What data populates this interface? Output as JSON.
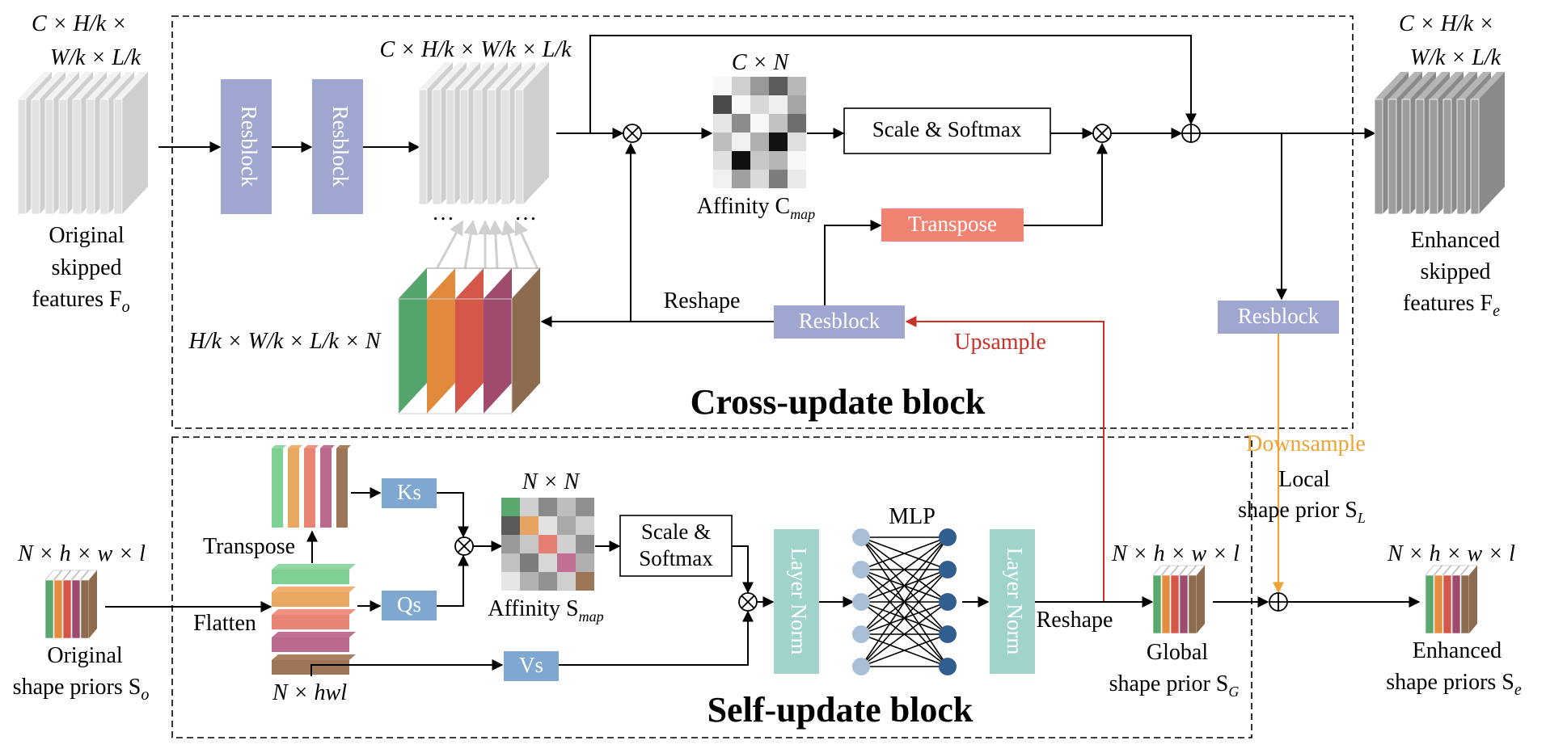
{
  "colors": {
    "resblock": "#9fa6cf",
    "transpose_box": "#f08372",
    "small_box": "#7fa8d1",
    "layer_norm": "#9fd3cb",
    "upsample": "#c8302a",
    "downsample": "#f0a234",
    "mlp_light": "#a9bfd6",
    "mlp_dark": "#2f5e8f"
  },
  "cross": {
    "title": "Cross-update block",
    "input_dims": [
      "C × H/k ×",
      "W/k × L/k"
    ],
    "input_label": [
      "Original",
      "skipped",
      "features F",
      "o"
    ],
    "resblock": "Resblock",
    "mid_dims": "C × H/k × W/k × L/k",
    "ellipsis": "…",
    "affinity_dims": "C × N",
    "affinity_label": "Affinity C",
    "affinity_sub": "map",
    "scale_softmax": "Scale & Softmax",
    "transpose": "Transpose",
    "reshape": "Reshape",
    "volume_dims": "H/k × W/k × L/k × N",
    "upsample": "Upsample",
    "output_dims": [
      "C × H/k ×",
      "W/k × L/k"
    ],
    "output_label": [
      "Enhanced",
      "skipped",
      "features F",
      "e"
    ]
  },
  "self": {
    "title": "Self-update block",
    "downsample": "Downsample",
    "local_prior": [
      "Local",
      "shape prior S",
      "L"
    ],
    "input_dims": "N × h × w × l",
    "input_label": [
      "Original",
      "shape priors S",
      "o"
    ],
    "transpose": "Transpose",
    "flatten": "Flatten",
    "flat_dims": "N × hwl",
    "ks": "Ks",
    "qs": "Qs",
    "vs": "Vs",
    "affinity_dims": "N × N",
    "affinity_label": "Affinity S",
    "affinity_sub": "map",
    "scale_softmax": [
      "Scale &",
      "Softmax"
    ],
    "mlp": "MLP",
    "layer_norm": "Layer Norm",
    "reshape": "Reshape",
    "global_dims": "N × h × w × l",
    "global_label": [
      "Global",
      "shape prior S",
      "G"
    ],
    "output_dims": "N × h × w × l",
    "output_label": [
      "Enhanced",
      "shape priors S",
      "e"
    ]
  }
}
